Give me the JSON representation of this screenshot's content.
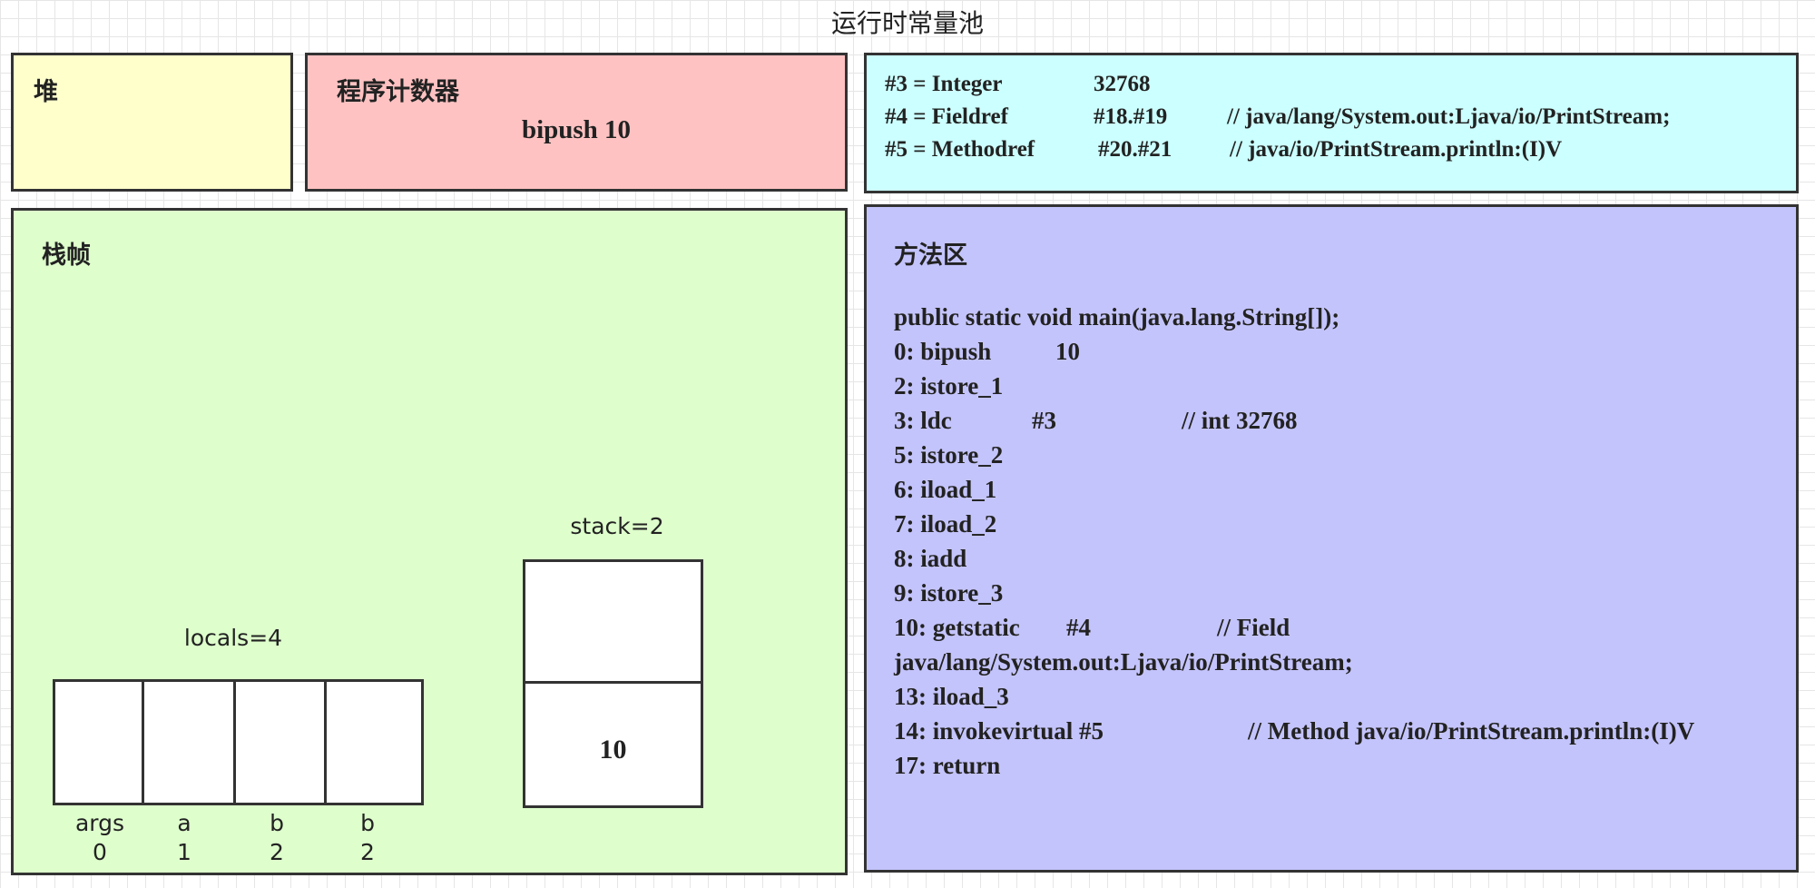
{
  "constant_pool": {
    "title": "运行时常量池",
    "entries": [
      {
        "id": "#3 = Integer",
        "ref": "32768",
        "comment": ""
      },
      {
        "id": "#4 = Fieldref",
        "ref": "#18.#19",
        "comment": "// java/lang/System.out:Ljava/io/PrintStream;"
      },
      {
        "id": "#5 = Methodref",
        "ref": "#20.#21",
        "comment": "// java/io/PrintStream.println:(I)V"
      }
    ]
  },
  "heap": {
    "title": "堆"
  },
  "pc_register": {
    "title": "程序计数器",
    "instruction": "bipush 10"
  },
  "stack_frame": {
    "title": "栈帧",
    "locals_label": "locals=4",
    "stack_label": "stack=2",
    "locals": [
      {
        "name": "args",
        "index": "0",
        "value": ""
      },
      {
        "name": "a",
        "index": "1",
        "value": ""
      },
      {
        "name": "b",
        "index": "2",
        "value": ""
      },
      {
        "name": "b",
        "index": "2",
        "value": ""
      }
    ],
    "stack_slots": [
      "",
      "10"
    ]
  },
  "method_area": {
    "title": "方法区",
    "lines": [
      {
        "op": "public static void main(java.lang.String[]);",
        "arg": "",
        "comment": ""
      },
      {
        "op": "0: bipush",
        "arg": "10",
        "comment": ""
      },
      {
        "op": "2: istore_1",
        "arg": "",
        "comment": ""
      },
      {
        "op": "3: ldc",
        "arg": "#3",
        "comment": "// int 32768"
      },
      {
        "op": "5: istore_2",
        "arg": "",
        "comment": ""
      },
      {
        "op": "6: iload_1",
        "arg": "",
        "comment": ""
      },
      {
        "op": "7: iload_2",
        "arg": "",
        "comment": ""
      },
      {
        "op": "8: iadd",
        "arg": "",
        "comment": ""
      },
      {
        "op": "9: istore_3",
        "arg": "",
        "comment": ""
      },
      {
        "op": "10: getstatic",
        "arg": "#4",
        "comment": "// Field"
      },
      {
        "op": "java/lang/System.out:Ljava/io/PrintStream;",
        "arg": "",
        "comment": ""
      },
      {
        "op": "13: iload_3",
        "arg": "",
        "comment": ""
      },
      {
        "op": "14: invokevirtual #5",
        "arg": "",
        "comment": "// Method java/io/PrintStream.println:(I)V"
      },
      {
        "op": "17: return",
        "arg": "",
        "comment": ""
      }
    ]
  },
  "colors": {
    "heap": "#ffffcc",
    "pc_register": "#ffc2c2",
    "stack_frame": "#deffcc",
    "constant_pool": "#ccffff",
    "method_area": "#c4c4fc"
  }
}
